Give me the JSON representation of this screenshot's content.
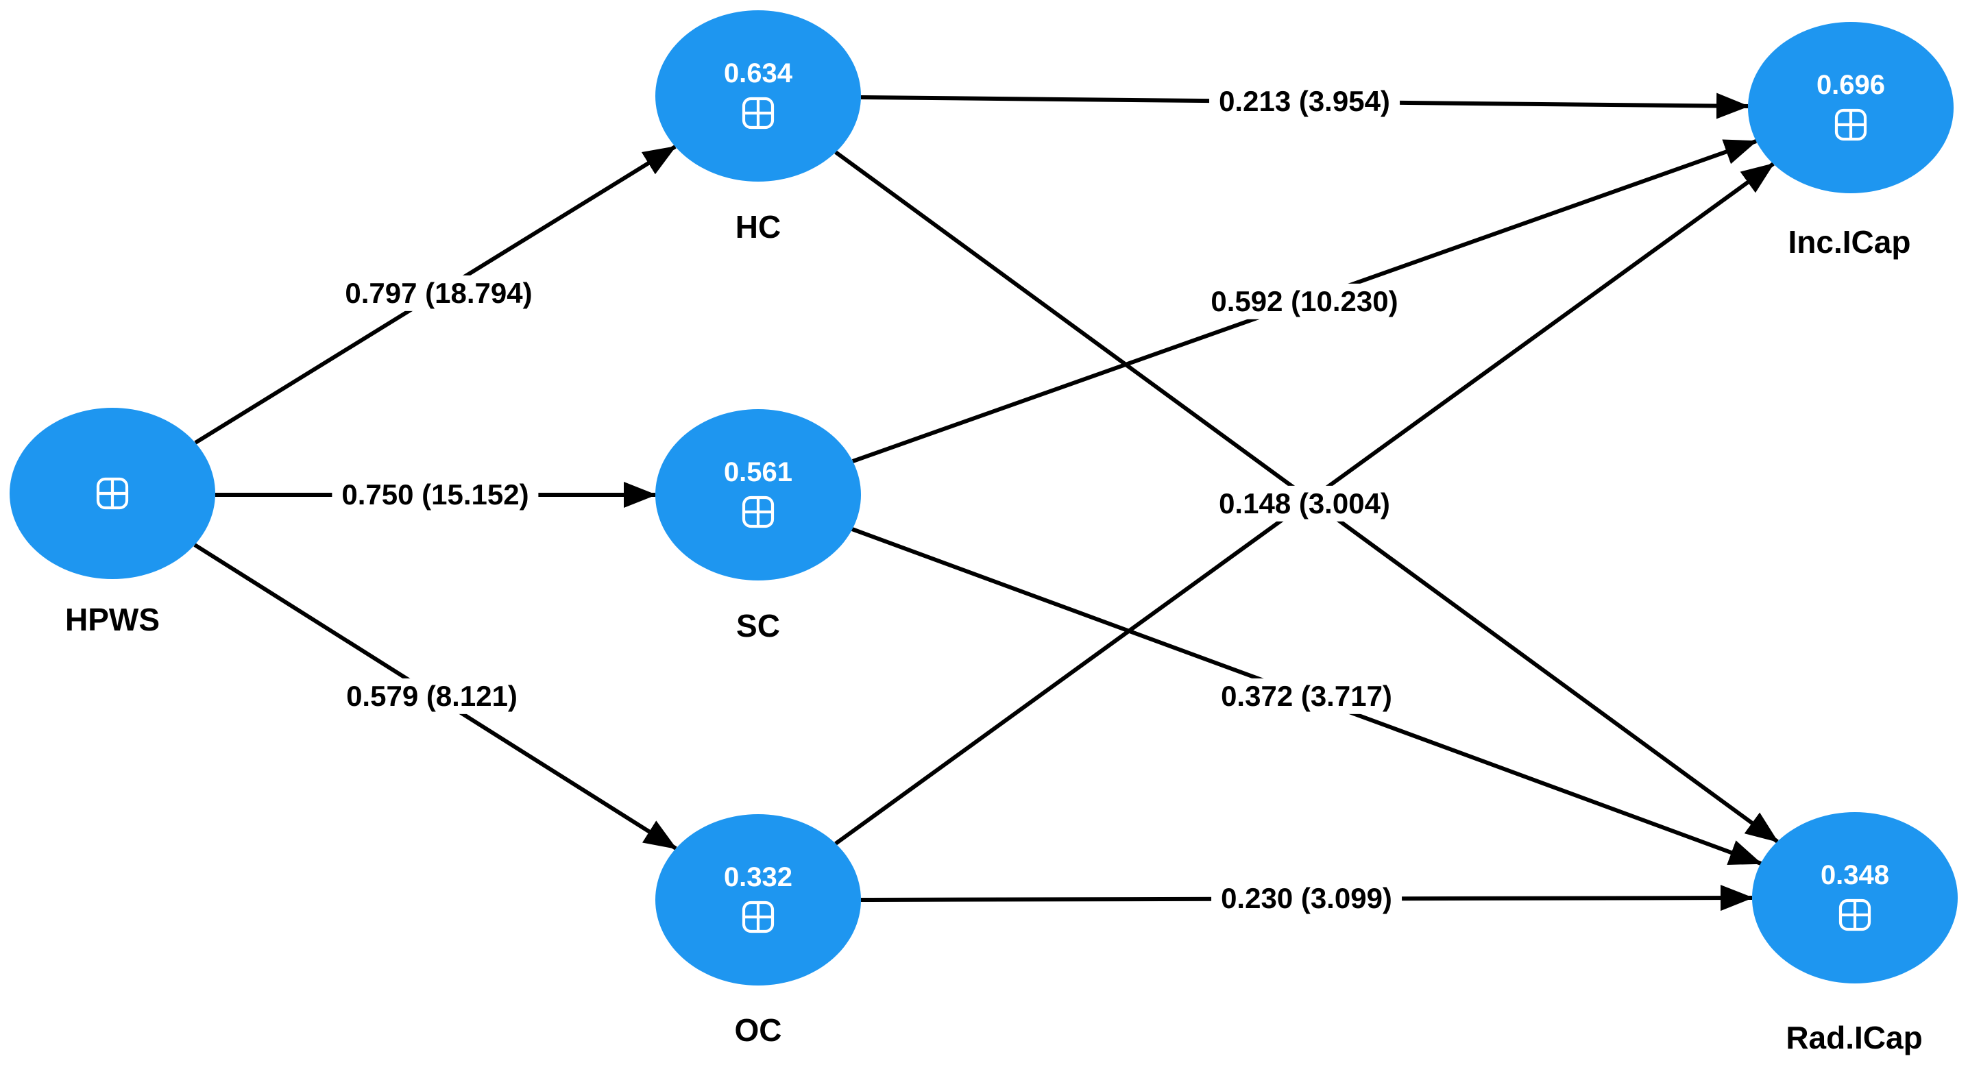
{
  "diagram": {
    "type": "pls-sem-path-model",
    "background": "#ffffff"
  },
  "colors": {
    "node_fill": "#1E96F0",
    "node_text": "#ffffff",
    "edge_line": "#000000",
    "label_text": "#000000"
  },
  "icons": {
    "plus_icon": "plus-in-rounded-square"
  },
  "nodes": [
    {
      "id": "HPWS",
      "label": "HPWS",
      "r_squared": ""
    },
    {
      "id": "HC",
      "label": "HC",
      "r_squared": "0.634"
    },
    {
      "id": "SC",
      "label": "SC",
      "r_squared": "0.561"
    },
    {
      "id": "OC",
      "label": "OC",
      "r_squared": "0.332"
    },
    {
      "id": "IncICap",
      "label": "Inc.ICap",
      "r_squared": "0.696"
    },
    {
      "id": "RadICap",
      "label": "Rad.ICap",
      "r_squared": "0.348"
    }
  ],
  "edges": [
    {
      "from": "HPWS",
      "to": "HC",
      "label": "0.797 (18.794)"
    },
    {
      "from": "HPWS",
      "to": "SC",
      "label": "0.750 (15.152)"
    },
    {
      "from": "HPWS",
      "to": "OC",
      "label": "0.579 (8.121)"
    },
    {
      "from": "HC",
      "to": "Inc.ICap",
      "label": "0.213 (3.954)"
    },
    {
      "from": "SC",
      "to": "Inc.ICap",
      "label": "0.592 (10.230)"
    },
    {
      "from": "OC",
      "to": "Inc.ICap",
      "label": "0.148 (3.004)"
    },
    {
      "from": "HC",
      "to": "Rad.ICap",
      "label": ""
    },
    {
      "from": "SC",
      "to": "Rad.ICap",
      "label": "0.372 (3.717)"
    },
    {
      "from": "OC",
      "to": "Rad.ICap",
      "label": "0.230 (3.099)"
    }
  ]
}
